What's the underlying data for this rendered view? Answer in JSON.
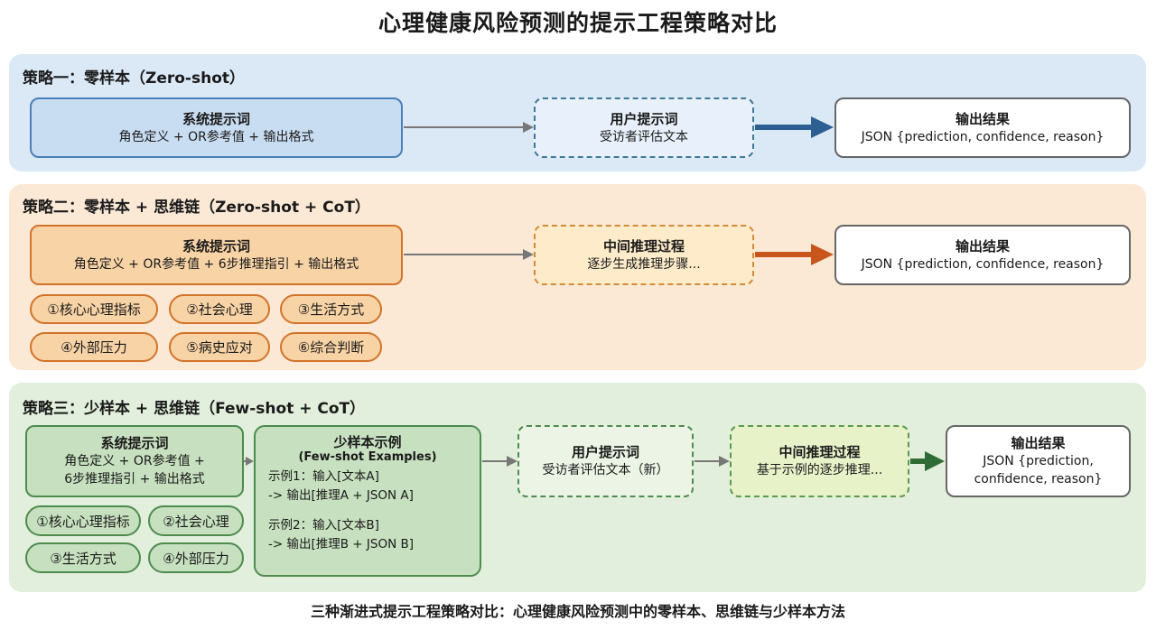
{
  "title": "心理健康风险预测的提示工程策略对比",
  "caption": "三种渐进式提示工程策略对比：心理健康风险预测中的零样本、思维链与少样本方法",
  "strategy1": {
    "title": "策略一：零样本（Zero-shot）",
    "system": {
      "heading": "系统提示词",
      "detail": "角色定义 + OR参考值 + 输出格式"
    },
    "user": {
      "heading": "用户提示词",
      "detail": "受访者评估文本"
    },
    "output": {
      "heading": "输出结果",
      "detail": "JSON {prediction, confidence, reason}"
    }
  },
  "strategy2": {
    "title": "策略二：零样本 + 思维链（Zero-shot + CoT）",
    "system": {
      "heading": "系统提示词",
      "detail": "角色定义 + OR参考值 + 6步推理指引 + 输出格式"
    },
    "reasoning": {
      "heading": "中间推理过程",
      "detail": "逐步生成推理步骤..."
    },
    "output": {
      "heading": "输出结果",
      "detail": "JSON {prediction, confidence, reason}"
    },
    "steps": [
      "①核心心理指标",
      "②社会心理",
      "③生活方式",
      "④外部压力",
      "⑤病史应对",
      "⑥综合判断"
    ]
  },
  "strategy3": {
    "title": "策略三：少样本 + 思维链（Few-shot + CoT）",
    "system": {
      "heading": "系统提示词",
      "line1": "角色定义 + OR参考值 +",
      "line2": "6步推理指引 + 输出格式"
    },
    "steps": [
      "①核心心理指标",
      "②社会心理",
      "③生活方式",
      "④外部压力"
    ],
    "fewshot": {
      "heading": "少样本示例",
      "subheading": "(Few-shot Examples)",
      "ex1_line1": "示例1：输入[文本A]",
      "ex1_line2": "-> 输出[推理A + JSON A]",
      "ex2_line1": "示例2：输入[文本B]",
      "ex2_line2": "-> 输出[推理B + JSON B]"
    },
    "user": {
      "heading": "用户提示词",
      "detail": "受访者评估文本（新）"
    },
    "reasoning": {
      "heading": "中间推理过程",
      "detail": "基于示例的逐步推理..."
    },
    "output": {
      "heading": "输出结果",
      "line1": "JSON {prediction,",
      "line2": "confidence, reason}"
    }
  },
  "colors": {
    "blue_arrow": "#2e5f93",
    "orange_arrow": "#c8561c",
    "green_arrow": "#2f6b35",
    "gray_arrow": "#777777"
  }
}
